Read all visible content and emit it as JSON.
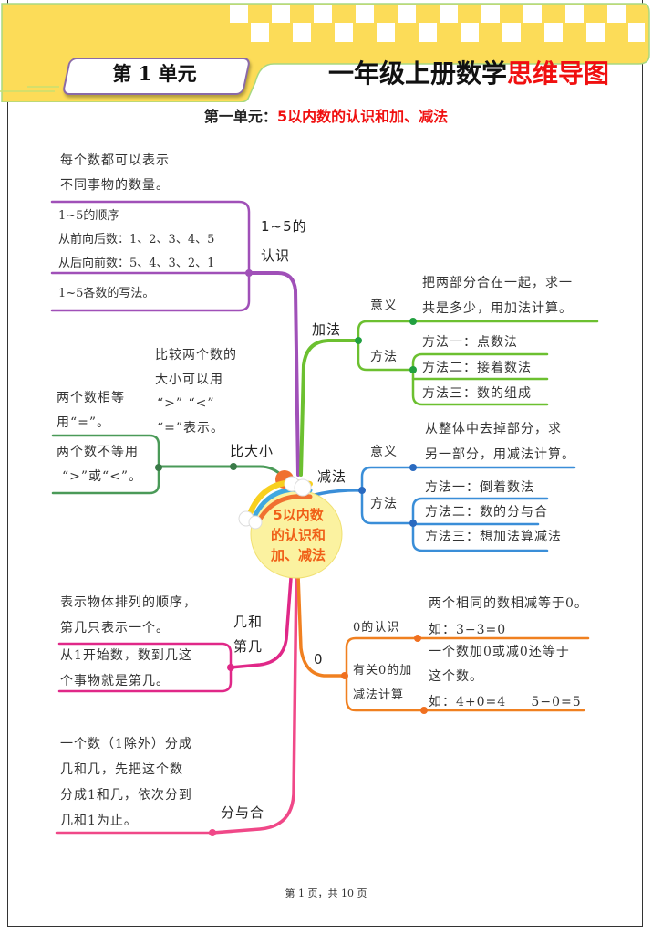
{
  "header": {
    "unit_tab": "第 1 单元",
    "title_black": "一年级上册数学",
    "title_red": "思维导图",
    "subtitle_black": "第一单元：",
    "subtitle_red": "5以内数的认识和加、减法",
    "colors": {
      "band": "#fcdc58",
      "accent_red": "#f01010",
      "outline": "#a8d880"
    }
  },
  "center": {
    "lines": [
      "5以内数",
      "的认识和",
      "加、减法"
    ],
    "color": "#f06018"
  },
  "branches": {
    "recognize": {
      "label_1": "1~5的",
      "label_2": "认识",
      "color": "#a050b8",
      "above": [
        "每个数都可以表示",
        "不同事物的数量。"
      ],
      "items": [
        "1~5的顺序",
        "从前向后数：1、2、3、4、5",
        "从后向前数：5、4、3、2、1",
        "1~5各数的写法。"
      ]
    },
    "addition": {
      "label": "加法",
      "color": "#6cc030",
      "meaning_label": "意义",
      "meaning": [
        "把两部分合在一起，求一",
        "共是多少，用加法计算。"
      ],
      "method_label": "方法",
      "methods": [
        "方法一：点数法",
        "方法二：接着数法",
        "方法三：数的组成"
      ]
    },
    "subtraction": {
      "label": "减法",
      "color": "#3a8ed8",
      "meaning_label": "意义",
      "meaning": [
        "从整体中去掉部分，求",
        "另一部分，用减法计算。"
      ],
      "method_label": "方法",
      "methods": [
        "方法一：倒着数法",
        "方法二：数的分与合",
        "方法三：想加法算减法"
      ]
    },
    "compare": {
      "label": "比大小",
      "color": "#4a9a58",
      "note": [
        "比较两个数的",
        "大小可以用",
        "“>”  “<”",
        "“=”表示。"
      ],
      "equal": [
        "两个数相等",
        "用“=”。"
      ],
      "unequal": [
        "两个数不等用",
        "“>”或“<”。"
      ]
    },
    "ordinal": {
      "label_1": "几和",
      "label_2": "第几",
      "color": "#e02888",
      "items": [
        "表示物体排列的顺序，",
        "第几只表示一个。",
        "从1开始数，数到几这",
        "个事物就是第几。"
      ]
    },
    "split": {
      "label": "分与合",
      "color": "#f04888",
      "items": [
        "一个数（1除外）分成",
        "几和几，先把这个数",
        "分成1和几，依次分到",
        "几和1为止。"
      ]
    },
    "zero": {
      "label": "0",
      "color": "#f08020",
      "recognize_label": "0的认识",
      "recognize": [
        "两个相同的数相减等于0。",
        "如：3−3=0"
      ],
      "calc_label_1": "有关0的加",
      "calc_label_2": "减法计算",
      "calc": [
        "一个数加0或减0还等于",
        "这个数。",
        "如：4+0=4     5−0=5"
      ]
    }
  },
  "footer": {
    "page": "第 1 页，共 10 页"
  }
}
